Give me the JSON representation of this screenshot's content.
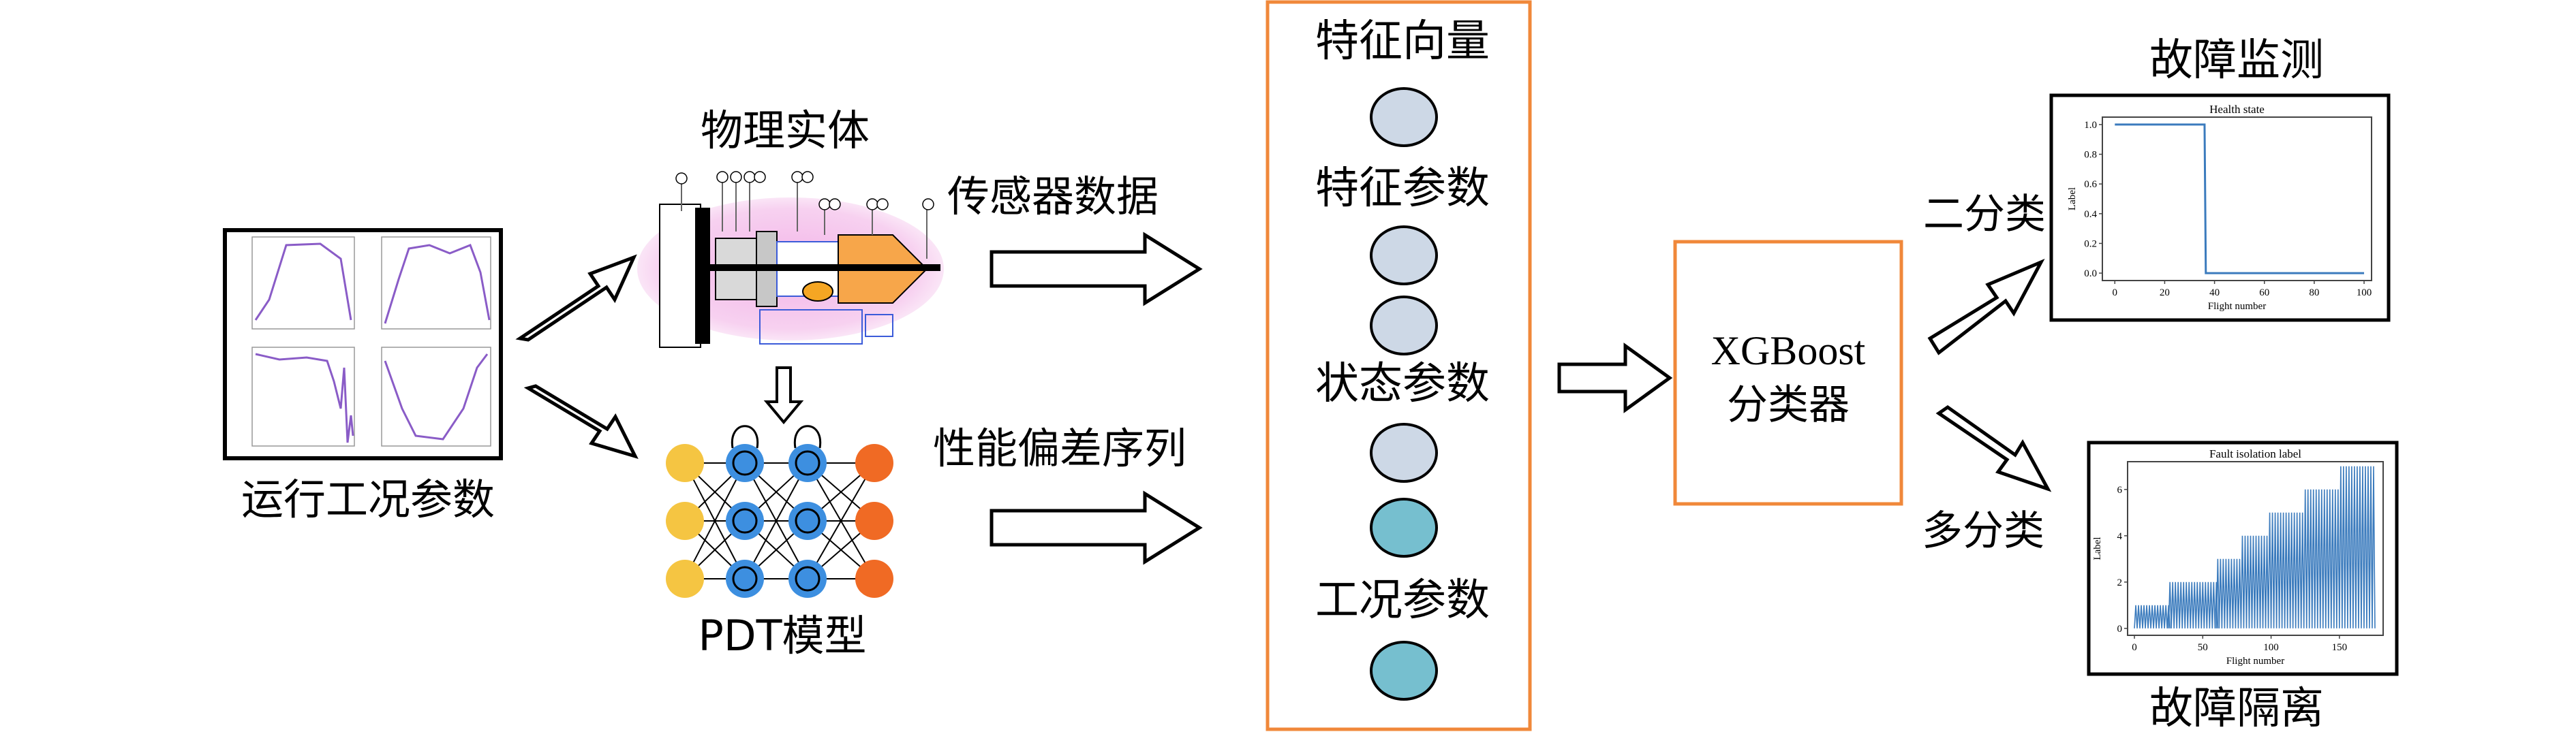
{
  "labels": {
    "operating_params": "运行工况参数",
    "physical_entity": "物理实体",
    "pdt_model": "PDT模型",
    "sensor_data": "传感器数据",
    "perf_deviation": "性能偏差序列",
    "feature_vector": "特征向量",
    "feature_params": "特征参数",
    "state_params": "状态参数",
    "condition_params": "工况参数",
    "classifier_line1": "XGBoost",
    "classifier_line2": "分类器",
    "binary_class": "二分类",
    "multi_class": "多分类",
    "fault_monitoring": "故障监测",
    "fault_isolation": "故障隔离"
  },
  "colors": {
    "accent_orange": "#f0883a",
    "feature_circle": "#cdd8e6",
    "condition_circle": "#76bfcf",
    "nn_input": "#f5c542",
    "nn_hidden": "#3d8fe0",
    "nn_output": "#f06a24",
    "plot_line": "#3b7bbd"
  },
  "icons": {
    "engine": "turbofan-engine-cross-section",
    "network": "neural-network-icon",
    "operating_plots": "time-series-plot-grid"
  },
  "chart_data": [
    {
      "type": "line",
      "title": "Health state",
      "xlabel": "Flight number",
      "ylabel": "Label",
      "xlim": [
        -5,
        103
      ],
      "ylim": [
        -0.05,
        1.05
      ],
      "xticks": [
        "0",
        "20",
        "40",
        "60",
        "80",
        "100"
      ],
      "yticks": [
        "0.0",
        "0.2",
        "0.4",
        "0.6",
        "0.8",
        "1.0"
      ],
      "x": [
        0,
        36,
        36.5,
        100
      ],
      "y": [
        1,
        1,
        0,
        0
      ]
    },
    {
      "type": "line",
      "title": "Fault isolation label",
      "xlabel": "Flight number",
      "ylabel": "Label",
      "xlim": [
        -5,
        182
      ],
      "ylim": [
        -0.3,
        7.2
      ],
      "xticks": [
        "0",
        "50",
        "100",
        "150"
      ],
      "yticks": [
        "0",
        "2",
        "4",
        "6"
      ],
      "segments": [
        {
          "from": 0,
          "to": 25,
          "level": 1
        },
        {
          "from": 25,
          "to": 60,
          "level": 2
        },
        {
          "from": 60,
          "to": 78,
          "level": 3
        },
        {
          "from": 78,
          "to": 98,
          "level": 4
        },
        {
          "from": 98,
          "to": 124,
          "level": 5
        },
        {
          "from": 124,
          "to": 150,
          "level": 6
        },
        {
          "from": 150,
          "to": 176,
          "level": 7
        }
      ]
    }
  ]
}
